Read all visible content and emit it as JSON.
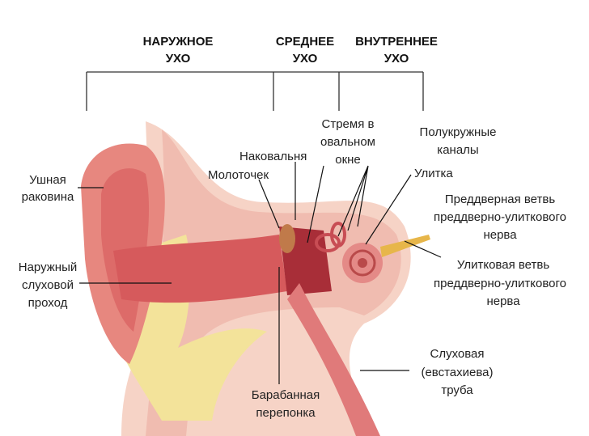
{
  "sections": {
    "outer": [
      "НАРУЖНОЕ",
      "УХО"
    ],
    "middle": [
      "СРЕДНЕЕ",
      "УХО"
    ],
    "inner": [
      "ВНУТРЕННЕЕ",
      "УХО"
    ]
  },
  "labels": {
    "auricle": [
      "Ушная",
      "раковина"
    ],
    "ear_canal": [
      "Наружный",
      "слуховой",
      "проход"
    ],
    "malleus": [
      "Молоточек"
    ],
    "incus": [
      "Наковальня"
    ],
    "stapes": [
      "Стремя в",
      "овальном",
      "окне"
    ],
    "semicircular": [
      "Полукружные",
      "каналы"
    ],
    "cochlea": [
      "Улитка"
    ],
    "vestibular_branch": [
      "Преддверная ветвь",
      "преддверно-улиткового",
      "нерва"
    ],
    "cochlear_branch": [
      "Улитковая ветвь",
      "преддверно-улиткового",
      "нерва"
    ],
    "eustachian": [
      "Слуховая",
      "(евстахиева)",
      "труба"
    ],
    "eardrum": [
      "Барабанная",
      "перепонка"
    ]
  },
  "colors": {
    "skin": "#e8a79a",
    "flesh": "#d9605f",
    "bone": "#f2c9c0",
    "fat": "#f3e39a",
    "nerve": "#e7b64a"
  }
}
